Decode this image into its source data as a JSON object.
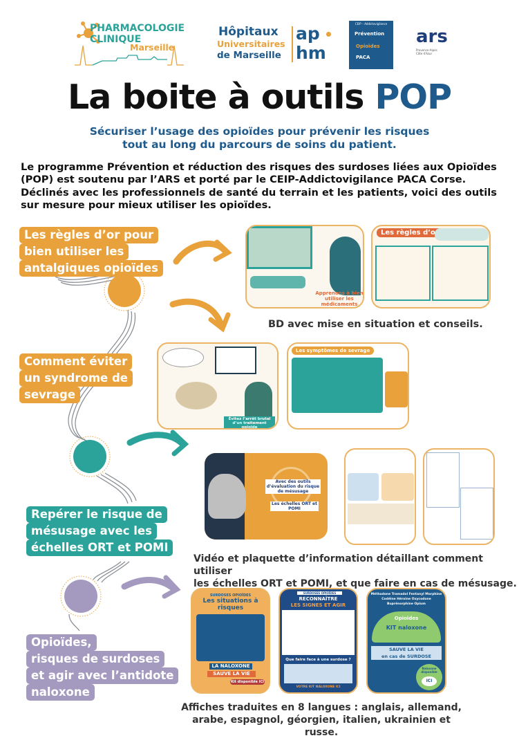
{
  "logos": {
    "pharmacologie": {
      "line1": "PHARMACOLOGIE",
      "line2": "CLINIQUE",
      "line3": "Marseille"
    },
    "aphm": {
      "line1": "Hôpitaux",
      "line2": "Universitaires",
      "line3": "de Marseille",
      "mark1": "ap",
      "mark2": "hm"
    },
    "pop": {
      "top": "CEIP – Addictovigilance",
      "p": "Prévention",
      "o": "Opioïdes",
      "a": "PACA"
    },
    "ars": {
      "mark": "ars",
      "sub": "Provence-Alpes Côte d'Azur"
    }
  },
  "title": {
    "main": "La boite à outils ",
    "accent": "POP"
  },
  "subtitle": [
    "Sécuriser l’usage des opioïdes pour prévenir les risques",
    "tout au long du parcours de soins du patient."
  ],
  "intro": "Le programme Prévention et réduction des risques des surdoses liées aux Opioïdes (POP) est soutenu par l’ARS et porté par le CEIP-Addictovigilance PACA Corse. Déclinés avec les professionnels de santé du terrain et les patients, voici des outils sur mesure pour mieux utiliser les opioïdes.",
  "sections": [
    {
      "lines": [
        "Les règles d’or pour",
        "bien utiliser les",
        "antalgiques opioïdes"
      ],
      "color": "#e9a23b"
    },
    {
      "lines": [
        "Comment éviter",
        "un syndrome de",
        "sevrage"
      ],
      "color": "#e9a23b"
    },
    {
      "lines": [
        "Repérer le risque de",
        "mésusage avec les",
        "échelles ORT et POMI"
      ],
      "color": "#2ba39a"
    },
    {
      "lines": [
        "Opioïdes,",
        "risques de surdoses",
        "et agir avec l’antidote",
        "naloxone"
      ],
      "color": "#a49ac0"
    }
  ],
  "thumbs": {
    "bd1": "Apprenons à bien utiliser les médicaments anti-douleurs",
    "regles": "Les règles d’or",
    "sevrage_bd": "Évitez l’arrêt brutal d’un traitement opioïde",
    "symptomes": "Les symptômes de sevrage",
    "video1": "Avec des outils d’évaluation du risque de mésusage",
    "video2": "Les échelles ORT et POMI",
    "aff1_top": "SURDOSES OPIOÏDES",
    "aff1_title": "Les situations à risques",
    "aff1_b1": "LA NALOXONE",
    "aff1_b2": "SAUVE LA VIE",
    "aff1_kit": "Kit disponible ICI",
    "aff2_top": "SURDOSES OPIOÏDES",
    "aff2_title1": "RECONNAÎTRE",
    "aff2_title2": "LES SIGNES ET AGIR",
    "aff2_q": "Que faire face à une surdose ?",
    "aff2_kit": "VOTRE KIT NALOXONE ICI",
    "aff3_drugs": "Méthadone  Tramadol  Fentanyl  Morphine  Codéine  Héroïne  Oxycodone  Buprénorphine  Opium",
    "aff3_title": "Opioïdes",
    "aff3_kit": "KIT naloxone",
    "aff3_save1": "SAUVE LA VIE",
    "aff3_save2": "en cas de SURDOSE",
    "aff3_dispo": "Naloxone disponible",
    "aff3_ici": "ICI"
  },
  "captions": {
    "bd": "BD avec mise en situation et conseils.",
    "video": [
      "Vidéo et plaquette d’information détaillant comment utiliser",
      "les échelles ORT et POMI, et que faire en cas de mésusage."
    ],
    "affiches": [
      "Affiches traduites en 8 langues : anglais, allemand,",
      "arabe, espagnol, géorgien, italien, ukrainien et russe."
    ]
  },
  "colors": {
    "orange": "#e9a23b",
    "teal": "#2ba39a",
    "purple": "#a49ac0",
    "blue": "#1f5a8c"
  }
}
